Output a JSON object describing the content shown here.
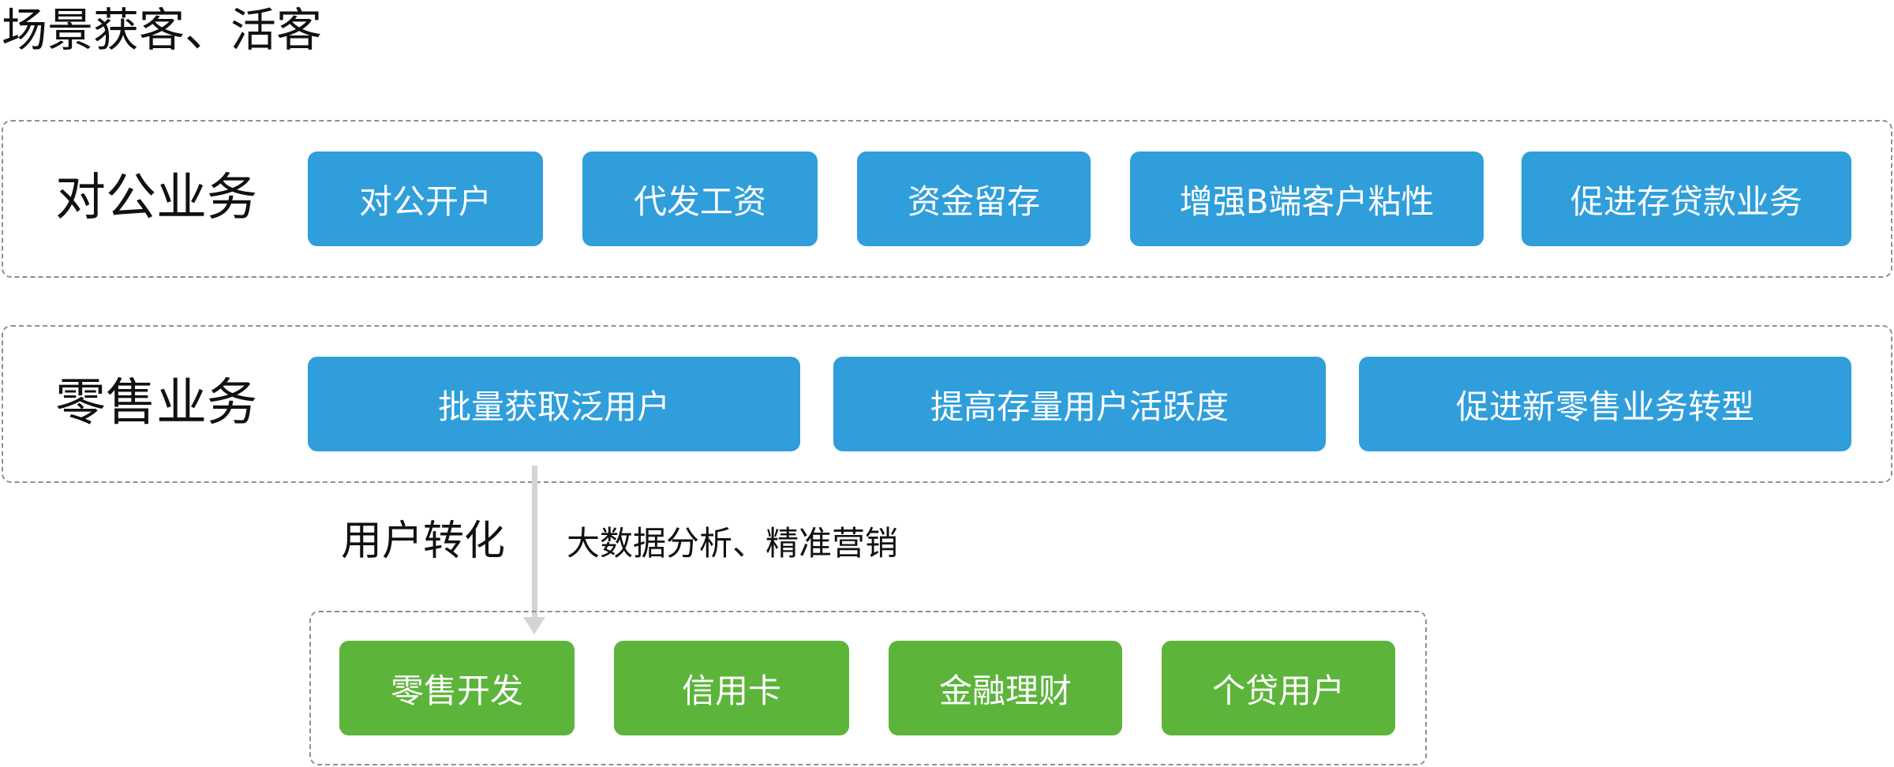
{
  "title": "场景获客、活客",
  "groups": {
    "corporate": {
      "label": "对公业务",
      "items": [
        "对公开户",
        "代发工资",
        "资金留存",
        "增强B端客户粘性",
        "促进存贷款业务"
      ]
    },
    "retail": {
      "label": "零售业务",
      "items": [
        "批量获取泛用户",
        "提高存量用户活跃度",
        "促进新零售业务转型"
      ]
    },
    "conversion": {
      "label": "用户转化",
      "description": "大数据分析、精准营销",
      "items": [
        "零售开发",
        "信用卡",
        "金融理财",
        "个贷用户"
      ]
    }
  },
  "colors": {
    "blue_box": "#2f9edb",
    "green_box": "#5db43b",
    "dashed_border": "#8f8f8f",
    "arrow": "#d4d4d4"
  }
}
